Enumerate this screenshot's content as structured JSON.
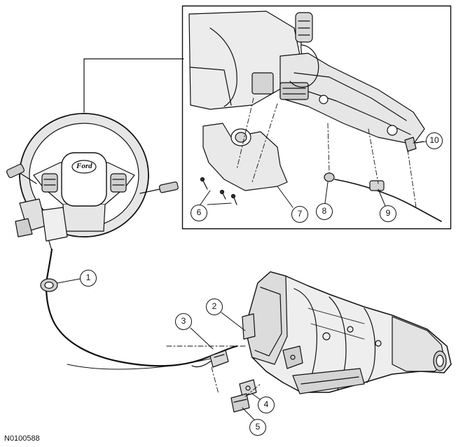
{
  "diagram": {
    "figure_id": "N0100588",
    "logo_text": "Ford",
    "callouts": [
      "1",
      "2",
      "3",
      "4",
      "5",
      "6",
      "7",
      "8",
      "9",
      "10"
    ],
    "line_color": "#111111",
    "fill_color": "#d9d9d9"
  }
}
